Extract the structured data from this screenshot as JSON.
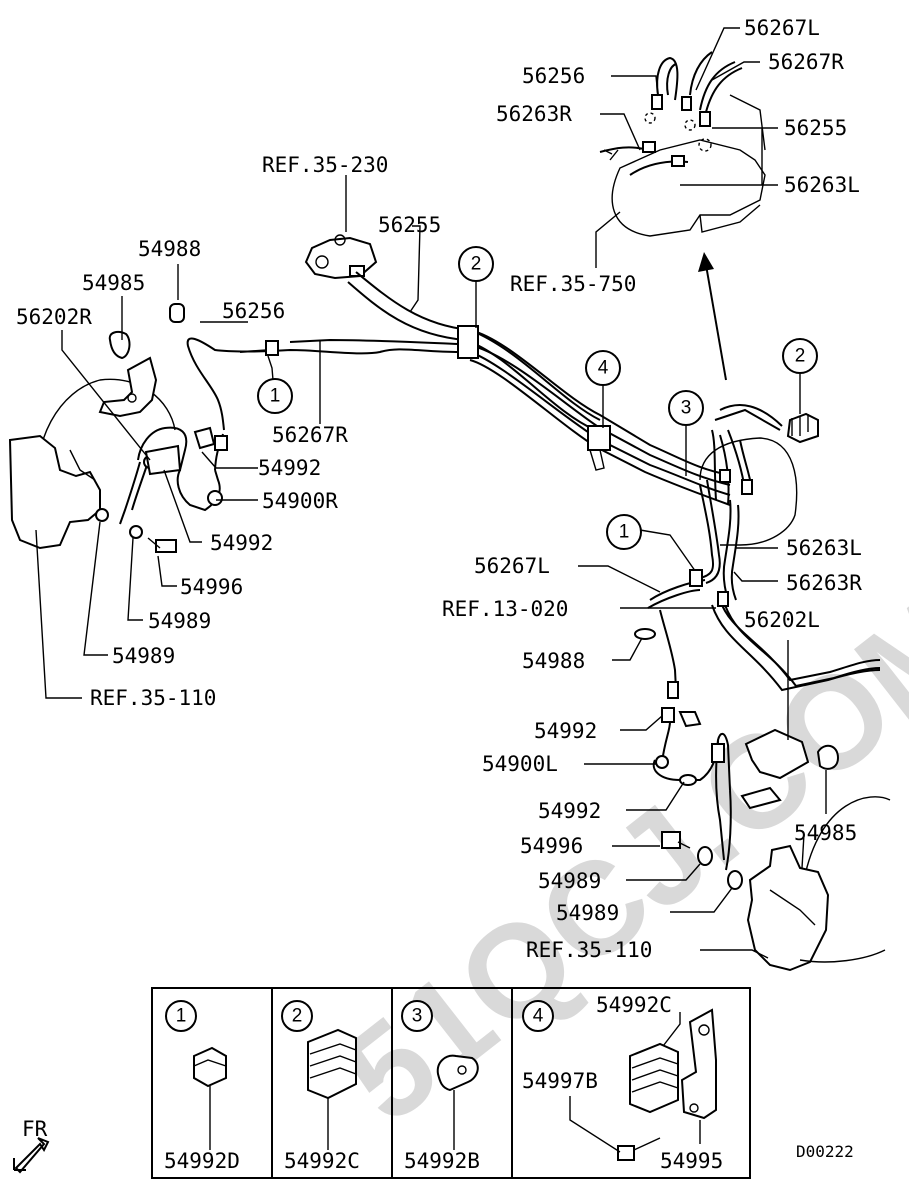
{
  "watermark": "51QCJ.COM",
  "diagram_code": "D00222",
  "direction_label": "FR",
  "labels": {
    "l1": "56267L",
    "l2": "56256",
    "l3": "56267R",
    "l4": "56263R",
    "l5": "56255",
    "l6": "56263L",
    "l7": "REF.35-230",
    "l8": "56255",
    "l9": "REF.35-750",
    "l10": "54988",
    "l11": "54985",
    "l12": "56256",
    "l13": "56202R",
    "l14": "56267R",
    "l15": "54992",
    "l16": "54900R",
    "l17": "54992",
    "l18": "54996",
    "l19": "54989",
    "l20": "54989",
    "l21": "REF.35-110",
    "l22": "56263L",
    "l23": "56267L",
    "l24": "56263R",
    "l25": "REF.13-020",
    "l26": "56202L",
    "l27": "54988",
    "l28": "54992",
    "l29": "54900L",
    "l30": "54992",
    "l31": "54985",
    "l32": "54996",
    "l33": "54989",
    "l34": "54989",
    "l35": "REF.35-110"
  },
  "callouts": {
    "c1": "1",
    "c2": "2",
    "c3": "3",
    "c4": "4",
    "c5": "2",
    "c6": "1"
  },
  "legend": {
    "box1": {
      "num": "1",
      "part": "54992D"
    },
    "box2": {
      "num": "2",
      "part": "54992C"
    },
    "box3": {
      "num": "3",
      "part": "54992B"
    },
    "box4": {
      "num": "4",
      "part_a": "54992C",
      "part_b": "54997B",
      "part_c": "54995"
    }
  }
}
